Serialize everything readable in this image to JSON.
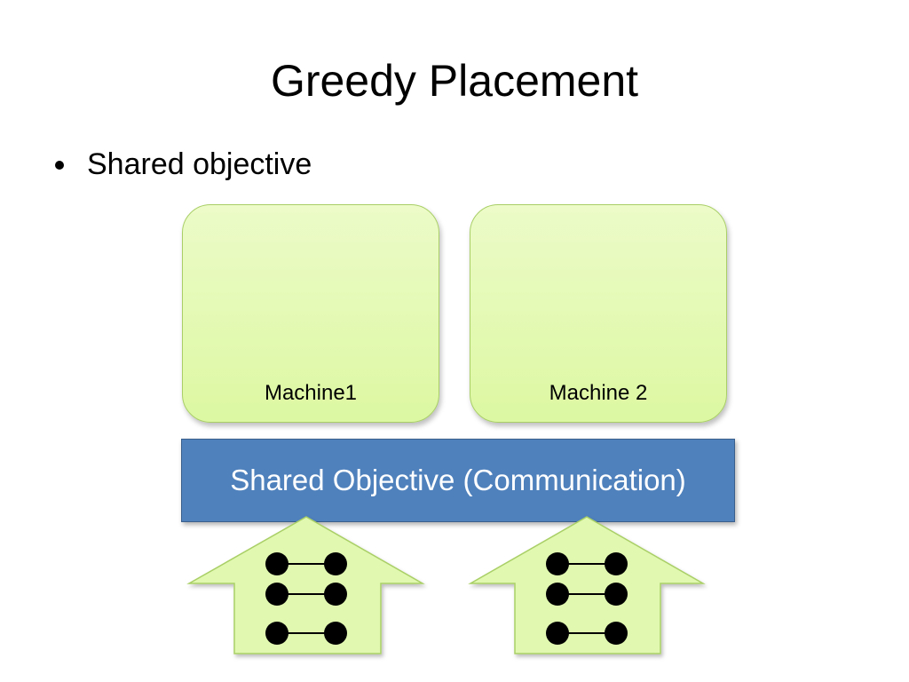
{
  "slide": {
    "title": "Greedy Placement",
    "bullet": "Shared objective"
  },
  "diagram": {
    "machines": [
      {
        "label": "Machine1"
      },
      {
        "label": "Machine 2"
      }
    ],
    "shared_bar": {
      "label": "Shared Objective (Communication)"
    },
    "arrows": [
      {
        "node_pairs": 3
      },
      {
        "node_pairs": 3
      }
    ]
  },
  "colors": {
    "machine_fill": "#dcf8a2",
    "machine_border": "#a9cf66",
    "bar_fill": "#4f81bd",
    "bar_text": "#ffffff",
    "arrow_fill": "#e0f8b0",
    "node_color": "#000000"
  }
}
